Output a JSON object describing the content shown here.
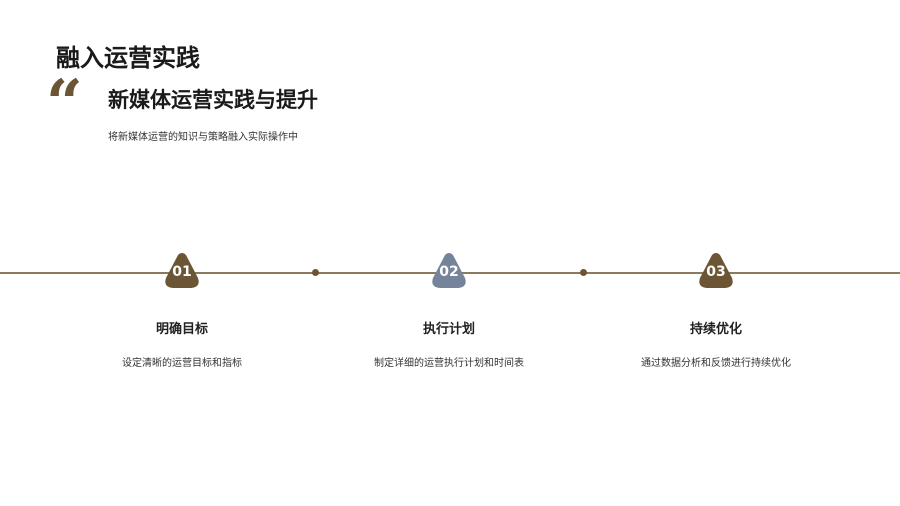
{
  "title": "融入运营实践",
  "quote_mark": "“",
  "subtitle": "新媒体运营实践与提升",
  "description": "将新媒体运营的知识与策略融入实际操作中",
  "colors": {
    "brown": "#6b5535",
    "slate": "#75849a",
    "line": "#8b7a5e"
  },
  "steps": [
    {
      "number": "01",
      "title": "明确目标",
      "text": "设定清晰的运营目标和指标",
      "color": "#6b5535"
    },
    {
      "number": "02",
      "title": "执行计划",
      "text": "制定详细的运营执行计划和时间表",
      "color": "#75849a"
    },
    {
      "number": "03",
      "title": "持续优化",
      "text": "通过数据分析和反馈进行持续优化",
      "color": "#6b5535"
    }
  ]
}
